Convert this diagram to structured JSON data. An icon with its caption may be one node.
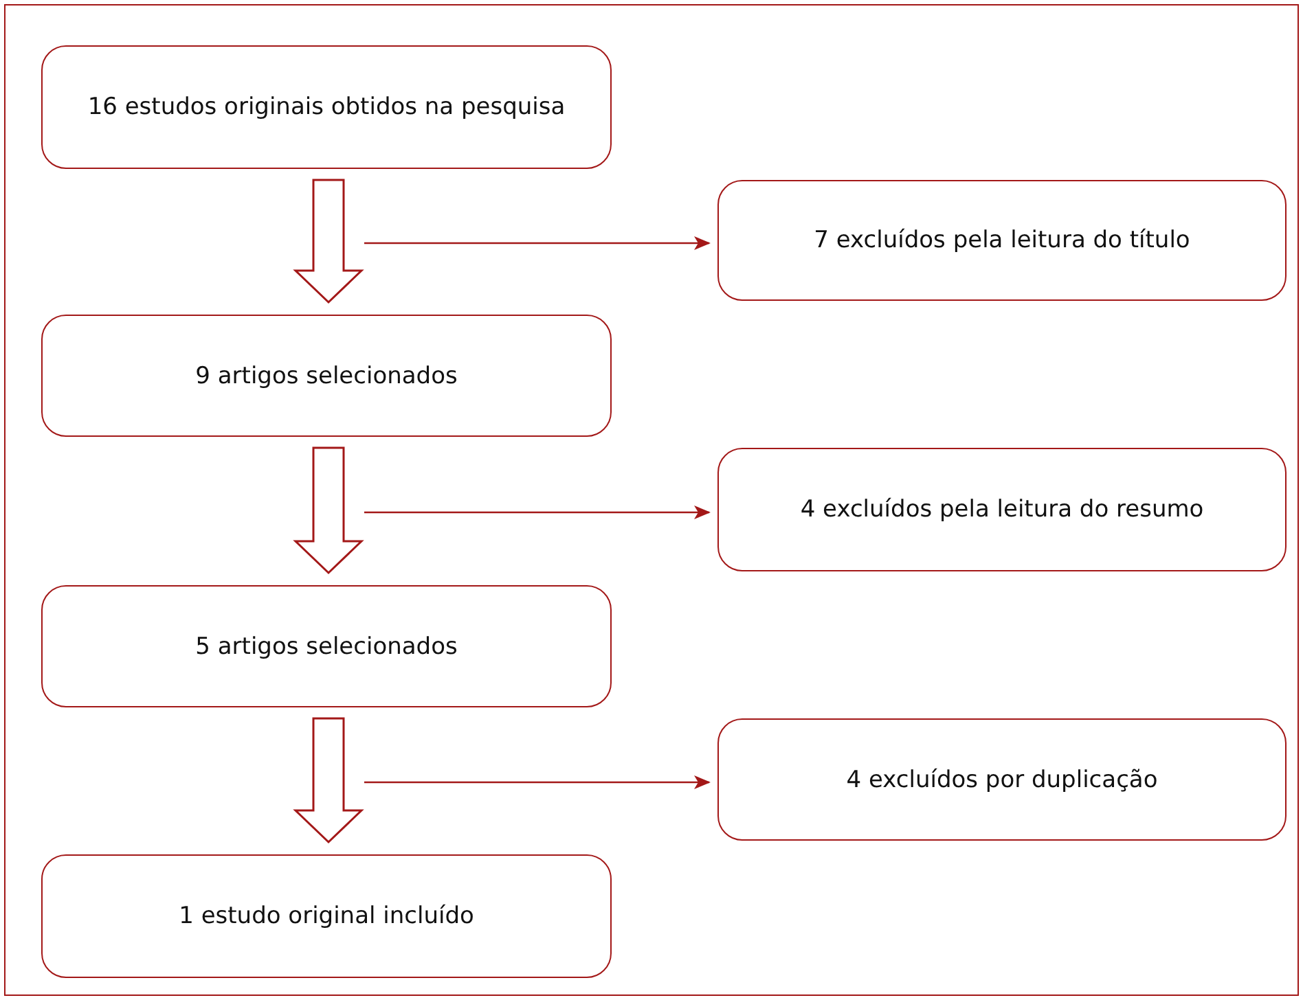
{
  "diagram": {
    "nodes": [
      {
        "text": [
          "16 estudos originais obtidos na pesquisa"
        ]
      },
      {
        "text": [
          "7 excluídos pela leitura do título"
        ]
      },
      {
        "text": [
          "9 artigos selecionados"
        ]
      },
      {
        "text": [
          "4 excluídos pela leitura do resumo"
        ]
      },
      {
        "text": [
          "5 artigos selecionados"
        ]
      },
      {
        "text": [
          "4 excluídos por duplicação"
        ]
      },
      {
        "text": [
          "1 estudo original incluído"
        ]
      }
    ],
    "edges": [
      {
        "from": 0,
        "to": 2,
        "arrow": "to",
        "style": "thick"
      },
      {
        "from": null,
        "to": 1,
        "arrow": "to"
      },
      {
        "from": 2,
        "to": 4,
        "arrow": "to",
        "style": "thick"
      },
      {
        "from": null,
        "to": 3,
        "arrow": "to"
      },
      {
        "from": 4,
        "to": 6,
        "arrow": "to",
        "style": "thick"
      },
      {
        "from": null,
        "to": 5,
        "arrow": "to"
      }
    ]
  }
}
